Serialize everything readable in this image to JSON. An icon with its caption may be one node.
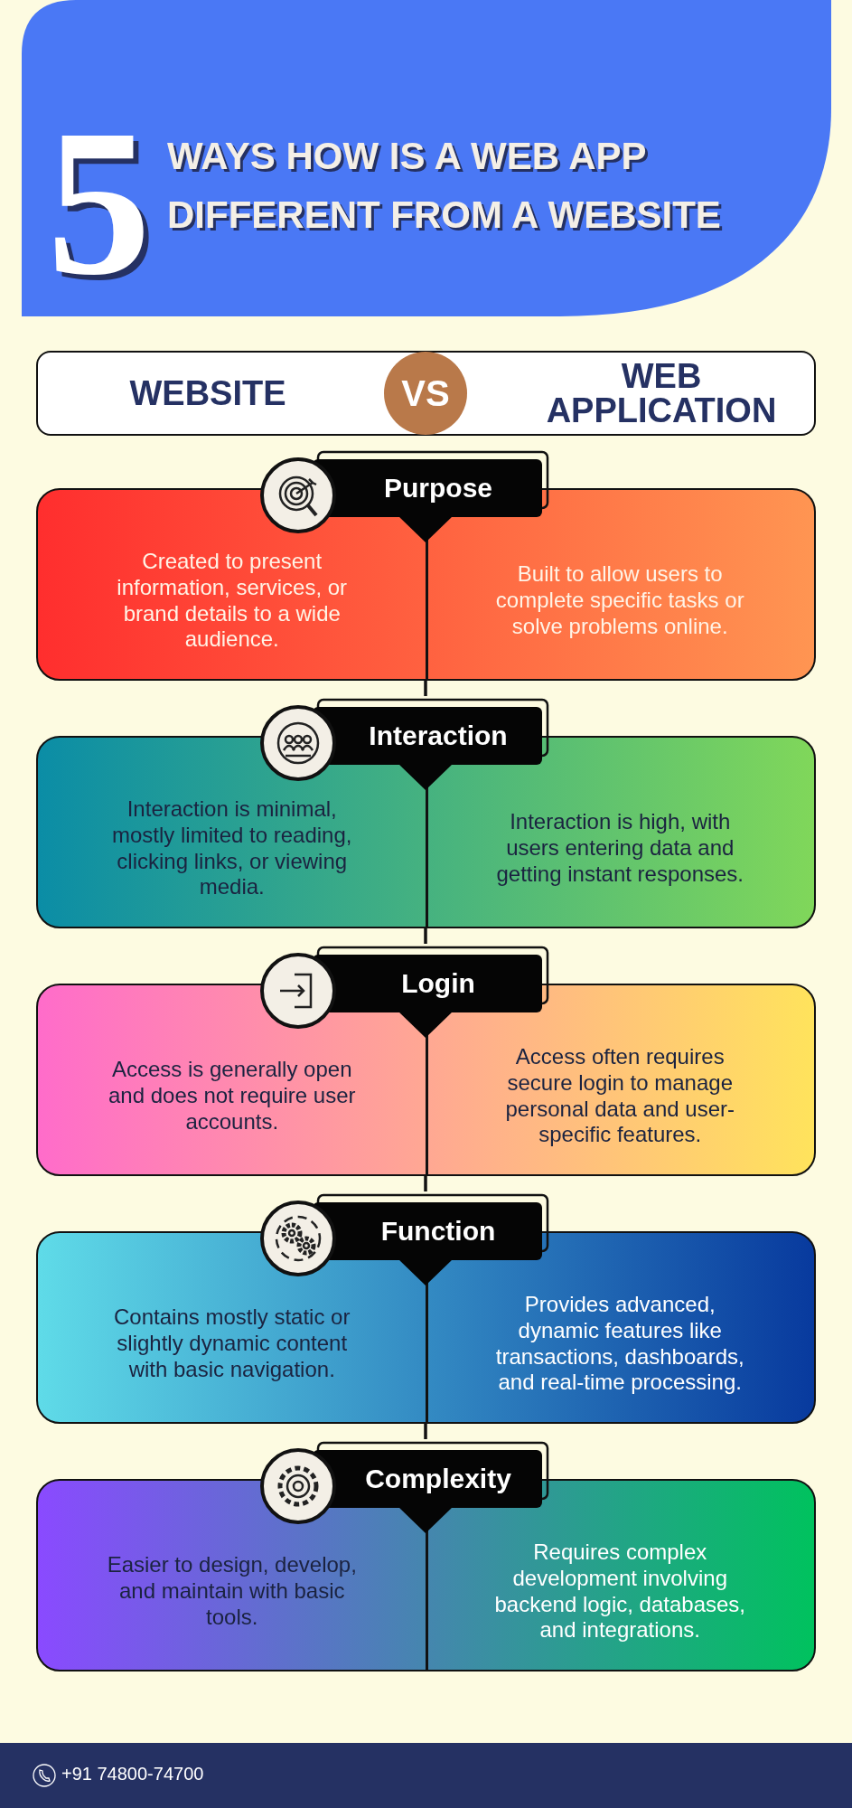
{
  "diagram": {
    "title": "WAYS HOW IS A WEB APP DIFFERENT FROM A WEBSITE",
    "nodes": [
      {
        "text": [
          "WEBSITE",
          "WEB APPLICATION"
        ]
      },
      {
        "text": [
          "VS"
        ],
        "in": 0
      },
      {
        "text": [
          "Purpose"
        ]
      },
      {
        "text": [
          "Created to present information, services, or brand details to a wide audience.",
          "Built to allow users to complete specific tasks or solve problems online."
        ]
      },
      {
        "text": [
          "Interaction"
        ]
      },
      {
        "text": [
          "Interaction is minimal, mostly limited to reading, clicking links, or viewing media.",
          "Interaction is high, with users entering data and getting instant responses."
        ]
      },
      {
        "text": [
          "Login"
        ]
      },
      {
        "text": [
          "Access is generally open and does not require user accounts.",
          "Access often requires secure login to manage personal data and user-specific features."
        ]
      },
      {
        "text": [
          "Function"
        ]
      },
      {
        "text": [
          "Contains mostly static or slightly dynamic content with basic navigation.",
          "Provides advanced, dynamic features like transactions, dashboards, and real-time processing."
        ]
      },
      {
        "text": [
          "Complexity"
        ]
      },
      {
        "text": [
          "Easier to design, develop, and maintain with basic tools.",
          "Requires complex development involving backend logic, databases, and integrations."
        ]
      }
    ],
    "edges": [
      {
        "from": 3,
        "to": 4,
        "arrow": "none"
      },
      {
        "from": 5,
        "to": 6,
        "arrow": "none"
      },
      {
        "from": 7,
        "to": 8,
        "arrow": "none"
      },
      {
        "from": 9,
        "to": 10,
        "arrow": "none"
      }
    ],
    "labels": [
      "5",
      "+91 74800-74700"
    ]
  }
}
